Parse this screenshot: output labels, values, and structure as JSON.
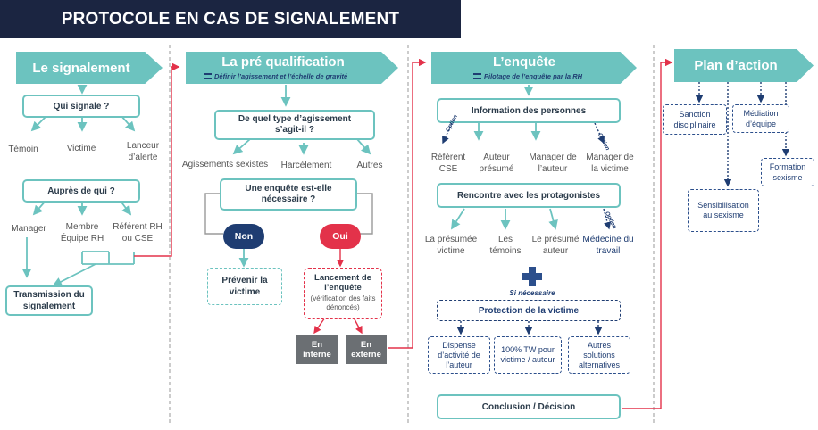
{
  "title": "PROTOCOLE EN CAS DE SIGNALEMENT",
  "col1": {
    "header": "Le signalement",
    "qui_signale": "Qui signale ?",
    "reporters": [
      "Témoin",
      "Victime",
      "Lanceur d’alerte"
    ],
    "aupres": "Auprès de qui ?",
    "recipients": [
      "Manager",
      "Membre Équipe RH",
      "Référent RH ou CSE"
    ],
    "transmission": "Transmission du signalement"
  },
  "col2": {
    "header": "La pré qualification",
    "subtitle": "Définir l’agissement et l’échelle de gravité",
    "type_question": "De quel type d’agissement s’agit-il ?",
    "types": [
      "Agissements sexistes",
      "Harcèlement",
      "Autres"
    ],
    "enquete_question": "Une enquête est-elle nécessaire ?",
    "non": "Non",
    "oui": "Oui",
    "prevenir": "Prévenir la victime",
    "lancement": "Lancement de l’enquête",
    "lancement_note": "(vérification des faits dénoncés)",
    "en_interne": "En interne",
    "en_externe": "En externe"
  },
  "col3": {
    "header": "L’enquête",
    "subtitle": "Pilotage de l’enquête par la RH",
    "information": "Information des personnes",
    "option_label": "Option",
    "info_people": [
      "Référent CSE",
      "Auteur présumé",
      "Manager de l’auteur",
      "Manager de la victime"
    ],
    "rencontre": "Rencontre avec les protagonistes",
    "protagonists": [
      "La présumée victime",
      "Les témoins",
      "Le présumé auteur"
    ],
    "medecine": "Médecine du travail",
    "si_necessaire": "Si nécessaire",
    "protection": "Protection de la victime",
    "protection_options": [
      "Dispense d’activité de l’auteur",
      "100% TW pour victime / auteur",
      "Autres solutions alternatives"
    ],
    "conclusion": "Conclusion / Décision"
  },
  "col4": {
    "header": "Plan d’action",
    "sanction": "Sanction disciplinaire",
    "mediation": "Médiation d’équipe",
    "formation": "Formation sexisme",
    "sensibilisation": "Sensibilisation au sexisme"
  },
  "colors": {
    "teal": "#6cc3bf",
    "navy": "#1f3d72",
    "title_bg": "#1b2541",
    "red": "#e3324a",
    "grey": "#6b6f73"
  }
}
